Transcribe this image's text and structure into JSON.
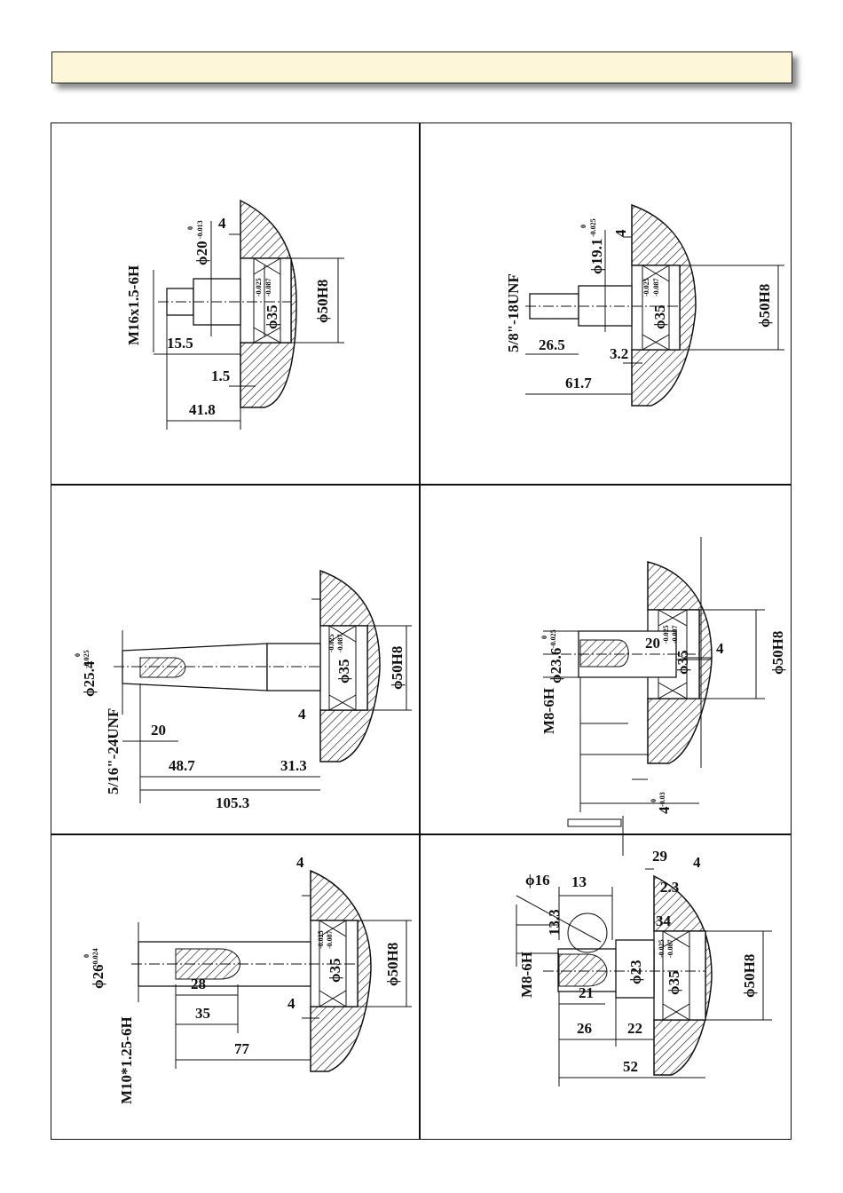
{
  "header": {
    "title": ""
  },
  "drawings": [
    {
      "id": "shaft-1",
      "labels": {
        "thread": "M16x1.5-6H",
        "shaft_dia": "ϕ20",
        "shaft_tol_upper": "0",
        "shaft_tol_lower": "-0.013",
        "bore": "ϕ35",
        "bore_tol_upper": "-0.025",
        "bore_tol_lower": "-0.087",
        "housing": "ϕ50H8",
        "d_top": "4",
        "d_a": "15.5",
        "d_b": "1.5",
        "d_total": "41.8"
      }
    },
    {
      "id": "shaft-2",
      "labels": {
        "thread": "5/8\"-18UNF",
        "shaft_dia": "ϕ19.1",
        "shaft_tol_upper": "0",
        "shaft_tol_lower": "-0.025",
        "bore": "ϕ35",
        "bore_tol_upper": "-0.025",
        "bore_tol_lower": "-0.087",
        "housing": "ϕ50H8",
        "d_top": "4",
        "d_a": "26.5",
        "d_b": "3.2",
        "d_total": "61.7"
      }
    },
    {
      "id": "shaft-3",
      "labels": {
        "thread": "5/16\"-24UNF",
        "shaft_dia": "ϕ25.4",
        "shaft_tol_upper": "0",
        "shaft_tol_lower": "-0.025",
        "bore": "ϕ35",
        "bore_tol_upper": "-0.025",
        "bore_tol_lower": "-0.087",
        "housing": "ϕ50H8",
        "d_top": "4",
        "d_a": "20",
        "d_b": "48.7",
        "d_c": "31.3",
        "d_total": "105.3"
      }
    },
    {
      "id": "shaft-4",
      "labels": {
        "thread": "M8-6H",
        "shaft_dia": "ϕ23.6",
        "shaft_tol_upper": "0",
        "shaft_tol_lower": "-0.025",
        "bore": "ϕ35",
        "bore_tol_upper": "-0.025",
        "bore_tol_lower": "-0.087",
        "housing": "ϕ50H8",
        "d_top": "4",
        "d_a": "20",
        "d_b": "29",
        "d_c": "2.3",
        "d_total": "34"
      }
    },
    {
      "id": "shaft-5",
      "labels": {
        "thread": "M10*1.25-6H",
        "shaft_dia": "ϕ26",
        "shaft_tol_upper": "0",
        "shaft_tol_lower": "-0.024",
        "bore": "ϕ35",
        "bore_tol_upper": "-0.025",
        "bore_tol_lower": "-0.087",
        "housing": "ϕ50H8",
        "d_top": "4",
        "d_bottom": "4",
        "d_a": "28",
        "d_b": "35",
        "d_total": "77"
      }
    },
    {
      "id": "shaft-6",
      "labels": {
        "thread": "M8-6H",
        "key_width": "4",
        "key_tol_upper": "0",
        "key_tol_lower": "-0.03",
        "cutter_dia": "ϕ16",
        "d_13": "13",
        "d_13_3": "13.3",
        "shaft_dia": "ϕ23",
        "bore": "ϕ35",
        "bore_tol_upper": "-0.025",
        "bore_tol_lower": "-0.087",
        "housing": "ϕ50H8",
        "d_top": "4",
        "d_a": "21",
        "d_b": "26",
        "d_c": "22",
        "d_total": "52"
      }
    }
  ]
}
